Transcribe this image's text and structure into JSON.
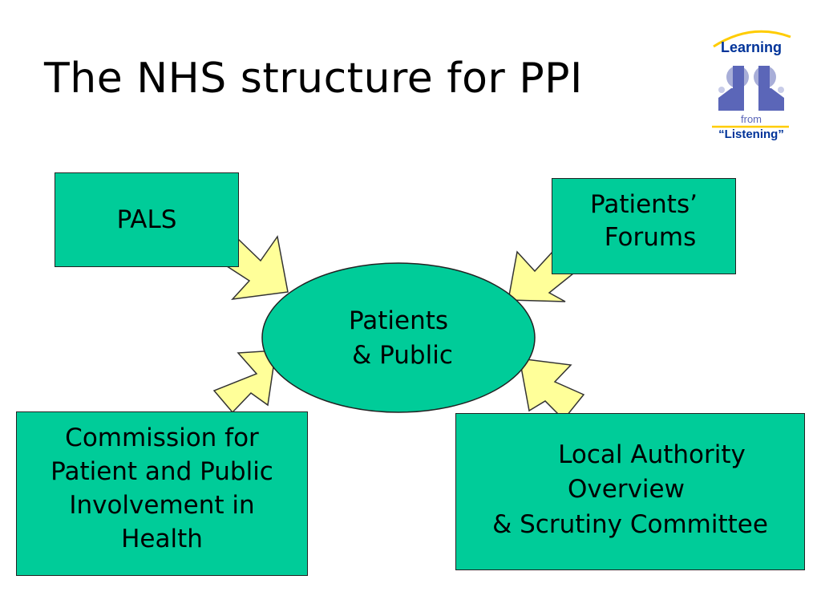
{
  "slide": {
    "title": "The NHS structure for PPI"
  },
  "logo": {
    "line1": "Learning",
    "line2": "from",
    "line3": "“Listening”"
  },
  "diagram": {
    "center": {
      "line1": "Patients",
      "line2": "& Public"
    },
    "boxes": {
      "pals": {
        "line1": "PALS"
      },
      "forums": {
        "line1": "Patients’",
        "line2": "Forums"
      },
      "commission": {
        "line1": "Commission for",
        "line2": "Patient and Public",
        "line3": "Involvement in",
        "line4": "Health"
      },
      "local_authority": {
        "line1": "Local Authority",
        "line2": "Overview",
        "line3": "& Scrutiny Committee"
      }
    },
    "colors": {
      "box_fill": "#00cc99",
      "arrow_fill": "#ffff99",
      "logo_blue": "#003399",
      "logo_figure": "#5b66b8"
    }
  }
}
